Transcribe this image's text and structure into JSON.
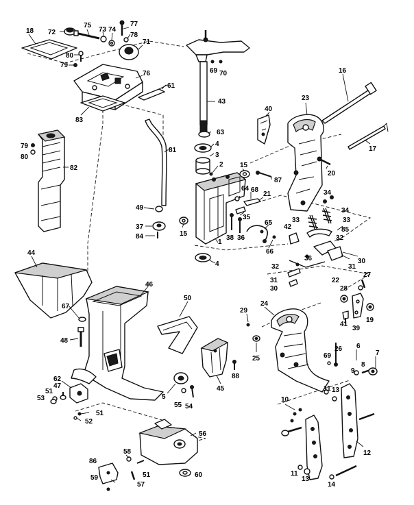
{
  "diagram": {
    "callouts": [
      "1",
      "2",
      "3",
      "4",
      "5",
      "6",
      "7",
      "8",
      "9",
      "10",
      "11",
      "12",
      "13",
      "14",
      "15",
      "16",
      "17",
      "18",
      "19",
      "20",
      "21",
      "22",
      "23",
      "24",
      "25",
      "26",
      "27",
      "28",
      "29",
      "30",
      "31",
      "32",
      "33",
      "34",
      "35",
      "36",
      "37",
      "38",
      "39",
      "40",
      "41",
      "42",
      "43",
      "44",
      "45",
      "46",
      "47",
      "48",
      "49",
      "50",
      "51",
      "52",
      "53",
      "54",
      "55",
      "56",
      "57",
      "58",
      "59",
      "60",
      "61",
      "62",
      "63",
      "64",
      "65",
      "66",
      "67",
      "68",
      "69",
      "70",
      "71",
      "72",
      "73",
      "74",
      "75",
      "76",
      "77",
      "78",
      "79",
      "80",
      "81",
      "82",
      "83",
      "84",
      "85",
      "86",
      "87",
      "88"
    ]
  }
}
